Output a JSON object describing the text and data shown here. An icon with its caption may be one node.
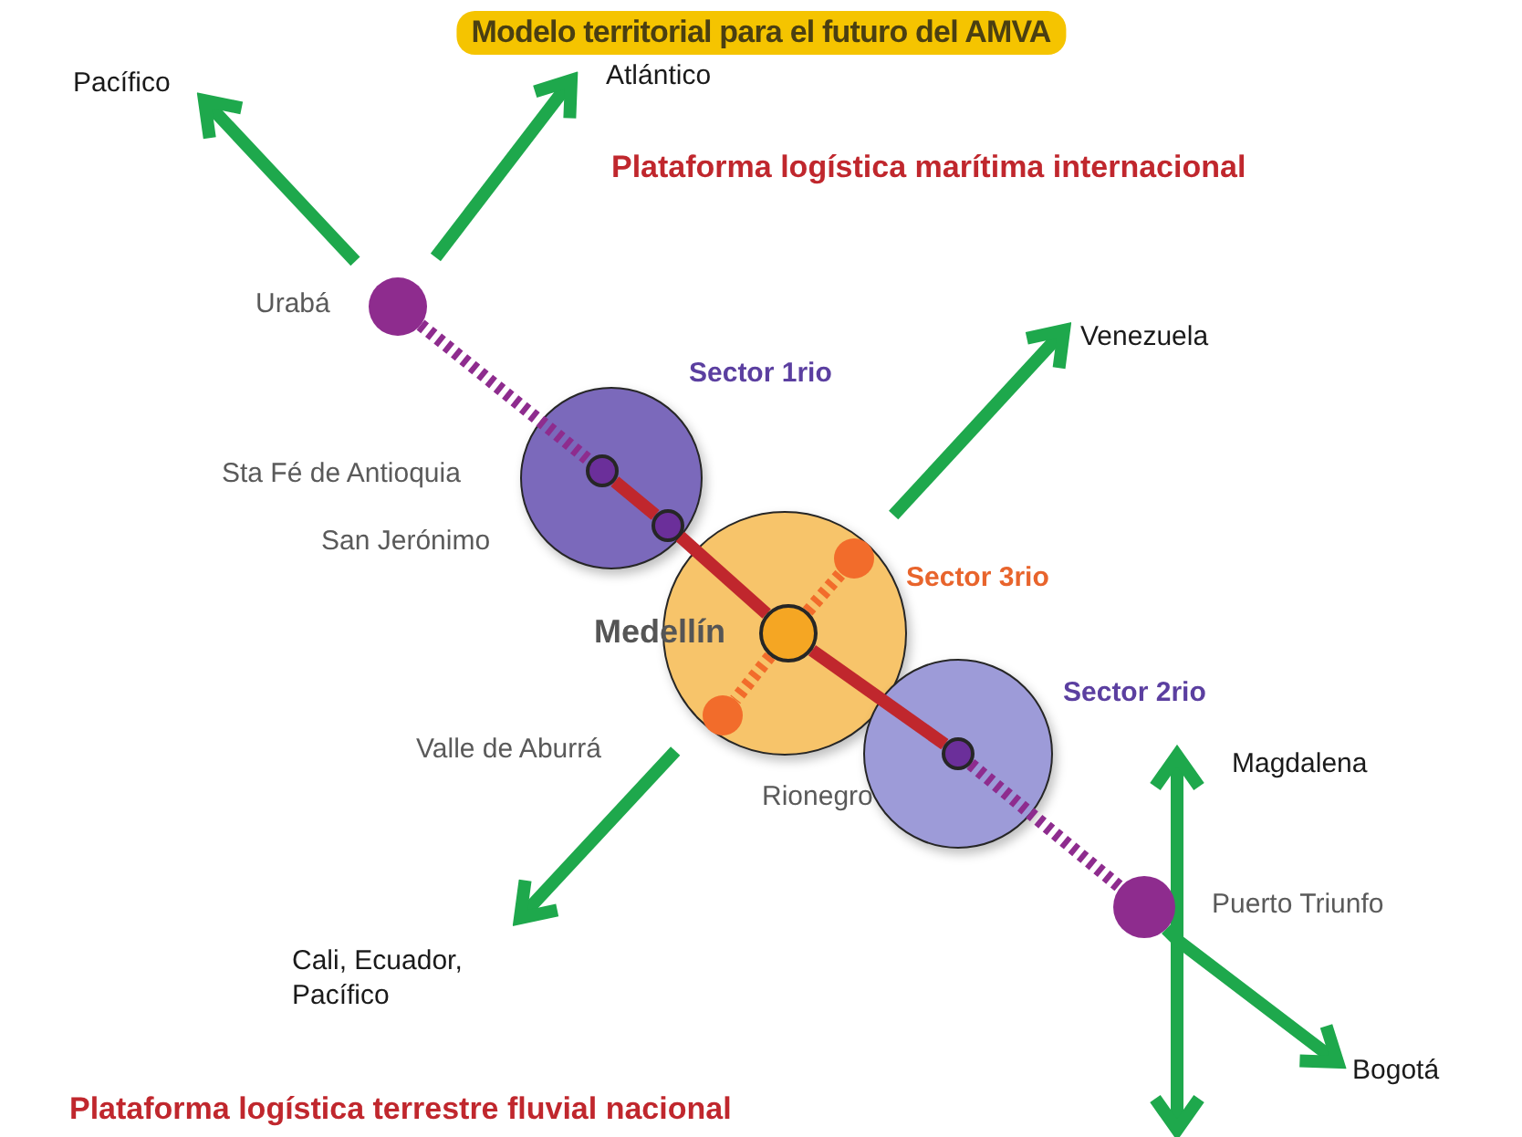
{
  "diagram": {
    "title": "Modelo territorial para el futuro del AMVA",
    "nodes": [
      {
        "text": [
          "Pacífico"
        ]
      },
      {
        "text": [
          "Atlántico"
        ]
      },
      {
        "text": [
          "Urabá"
        ]
      },
      {
        "text": [
          "Sector 1rio"
        ]
      },
      {
        "text": [
          "Sta Fé de Antioquia"
        ],
        "in": 3
      },
      {
        "text": [],
        "shape": "circle",
        "in": 3
      },
      {
        "text": [
          "Sector 3rio"
        ]
      },
      {
        "text": [
          "Medellín"
        ],
        "in": 6
      },
      {
        "text": [],
        "shape": "circle",
        "in": 6
      },
      {
        "text": [],
        "shape": "circle",
        "in": 6
      },
      {
        "text": [
          "Venezuela"
        ]
      },
      {
        "text": [
          "Sector 2rio"
        ]
      },
      {
        "text": [
          "Rionegro"
        ],
        "in": 11
      },
      {
        "text": [
          "Puerto Triunfo"
        ]
      },
      {
        "text": [
          "Magdalena"
        ]
      },
      {
        "text": [
          "Cali, Ecuador, Pacífico"
        ]
      },
      {
        "text": [
          "Bogotá"
        ]
      }
    ],
    "edges": [
      {
        "from": 2,
        "to": 0,
        "arrow": "to"
      },
      {
        "from": 2,
        "to": 1,
        "arrow": "to"
      },
      {
        "from": 2,
        "to": 4,
        "arrow": "none",
        "style": "dashed",
        "color": "#8e2c8e"
      },
      {
        "from": 4,
        "to": 5,
        "arrow": "none",
        "color": "#c0272d"
      },
      {
        "from": 5,
        "to": 7,
        "arrow": "none",
        "color": "#c0272d"
      },
      {
        "from": 7,
        "to": 12,
        "arrow": "none",
        "color": "#c0272d"
      },
      {
        "from": 12,
        "to": 13,
        "arrow": "none",
        "style": "dashed",
        "color": "#8e2c8e"
      },
      {
        "from": 7,
        "to": 8,
        "arrow": "none",
        "style": "dashed",
        "color": "#f26c2b"
      },
      {
        "from": 7,
        "to": 9,
        "arrow": "none",
        "style": "dashed",
        "color": "#f26c2b"
      },
      {
        "from": 6,
        "to": 10,
        "arrow": "to"
      },
      {
        "from": 6,
        "to": 15,
        "arrow": "to"
      },
      {
        "from": 13,
        "to": 14,
        "arrow": "to"
      },
      {
        "from": 13,
        "to": null,
        "arrow": "to"
      },
      {
        "from": 13,
        "to": 16,
        "arrow": "to"
      }
    ],
    "labels": [
      "Plataforma logística marítima internacional",
      "San Jerónimo",
      "Valle de Aburrá",
      "Plataforma logística terrestre fluvial nacional"
    ]
  }
}
